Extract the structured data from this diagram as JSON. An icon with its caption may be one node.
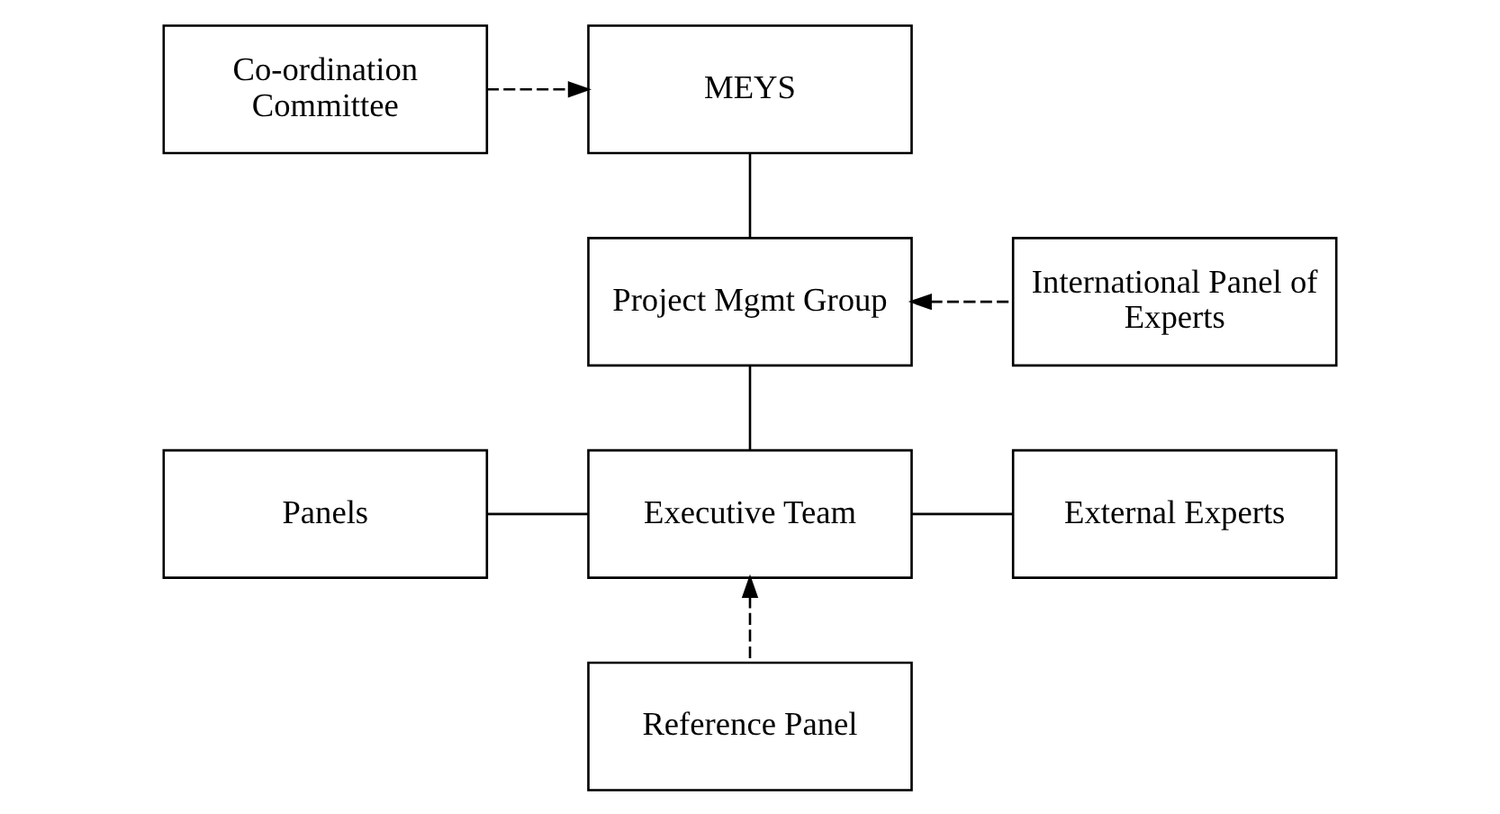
{
  "diagram": {
    "nodes": [
      {
        "text": [
          "Co-ordination Committee"
        ]
      },
      {
        "text": [
          "MEYS"
        ]
      },
      {
        "text": [
          "Project Mgmt Group"
        ]
      },
      {
        "text": [
          "International Panel of Experts"
        ]
      },
      {
        "text": [
          "Panels"
        ]
      },
      {
        "text": [
          "Executive Team"
        ]
      },
      {
        "text": [
          "External Experts"
        ]
      },
      {
        "text": [
          "Reference Panel"
        ]
      }
    ],
    "edges": [
      {
        "from": 0,
        "to": 1,
        "arrow": "to",
        "style": "dashed"
      },
      {
        "from": 1,
        "to": 2,
        "arrow": "none"
      },
      {
        "from": 3,
        "to": 2,
        "arrow": "to",
        "style": "dashed"
      },
      {
        "from": 2,
        "to": 5,
        "arrow": "none"
      },
      {
        "from": 4,
        "to": 5,
        "arrow": "none"
      },
      {
        "from": 5,
        "to": 6,
        "arrow": "none"
      },
      {
        "from": 7,
        "to": 5,
        "arrow": "to",
        "style": "dashed"
      }
    ]
  }
}
